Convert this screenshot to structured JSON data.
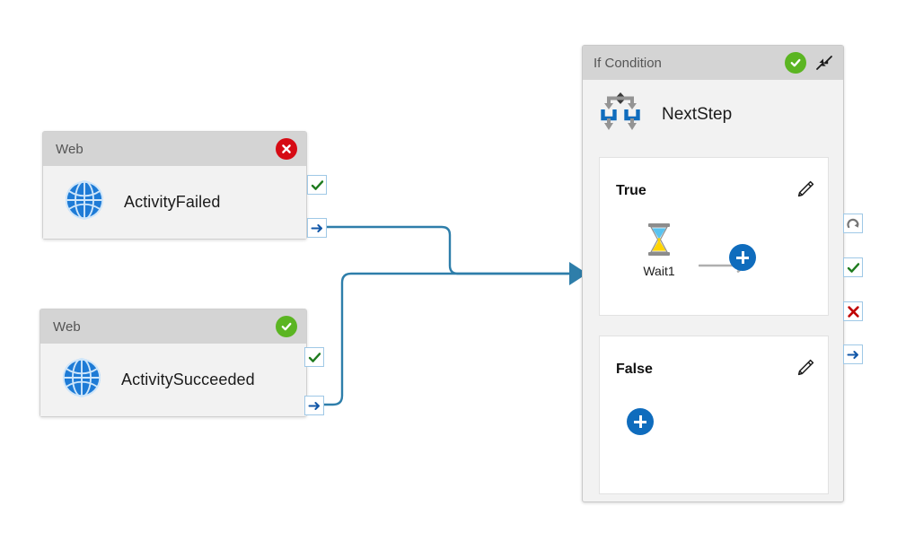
{
  "canvas": {
    "background": "#FFFFFF",
    "connector_color": "#2E7EAA"
  },
  "activities": [
    {
      "id": "activity-failed",
      "header_title": "Web",
      "label": "ActivityFailed",
      "status": "error",
      "status_icon": "error-circle-icon",
      "status_color": "#D60B14",
      "icon": "globe-icon",
      "ports": [
        {
          "name": "port-success",
          "icon": "check-icon",
          "color": "#1E7B1E"
        },
        {
          "name": "port-next",
          "icon": "arrow-right-icon",
          "color": "#1157A8"
        }
      ]
    },
    {
      "id": "activity-succeeded",
      "header_title": "Web",
      "label": "ActivitySucceeded",
      "status": "success",
      "status_icon": "check-circle-icon",
      "status_color": "#5BB522",
      "icon": "globe-icon",
      "ports": [
        {
          "name": "port-success",
          "icon": "check-icon",
          "color": "#1E7B1E"
        },
        {
          "name": "port-next",
          "icon": "arrow-right-icon",
          "color": "#1157A8"
        }
      ]
    }
  ],
  "if_condition": {
    "header_title": "If Condition",
    "status_icon": "check-circle-icon",
    "status_color": "#5BB522",
    "collapse_icon": "collapse-diagonal-icon",
    "step_icon": "branch-icon",
    "step_label": "NextStep",
    "branches": [
      {
        "name": "true-branch",
        "title": "True",
        "edit_icon": "pencil-icon",
        "add_icon": "plus-icon",
        "add_color": "#0F6CBD",
        "nodes": [
          {
            "name": "wait-node",
            "icon": "hourglass-icon",
            "label": "Wait1"
          }
        ],
        "arrow_icon": "arrow-right-icon"
      },
      {
        "name": "false-branch",
        "title": "False",
        "edit_icon": "pencil-icon",
        "add_icon": "plus-icon",
        "add_color": "#0F6CBD",
        "nodes": []
      }
    ],
    "ports": [
      {
        "name": "port-retry",
        "icon": "retry-arrow-icon",
        "color": "#767676"
      },
      {
        "name": "port-success",
        "icon": "check-icon",
        "color": "#1E7B1E"
      },
      {
        "name": "port-error",
        "icon": "cross-icon",
        "color": "#C00000"
      },
      {
        "name": "port-next",
        "icon": "arrow-right-icon",
        "color": "#1157A8"
      }
    ]
  }
}
